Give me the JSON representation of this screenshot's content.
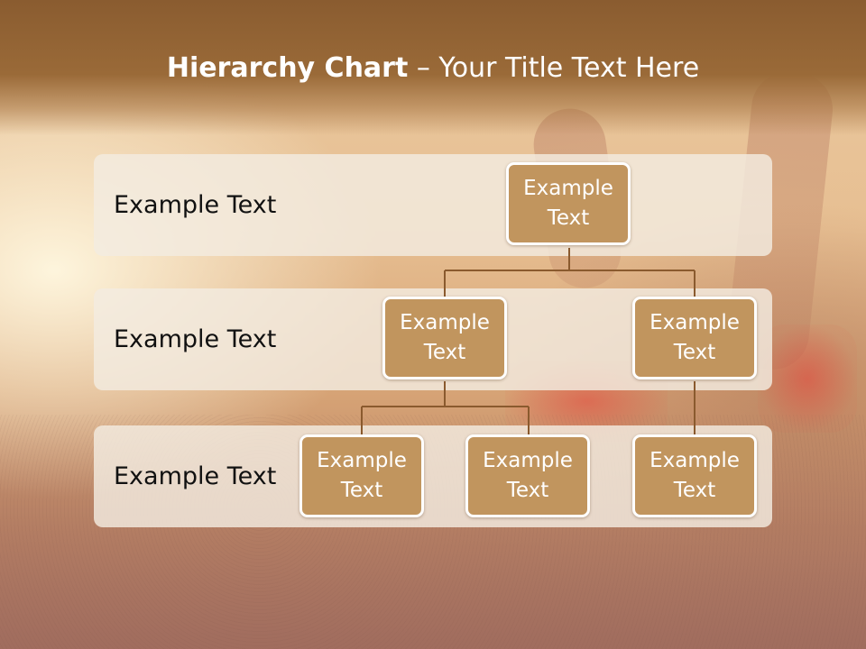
{
  "slide": {
    "title_bold": "Hierarchy Chart",
    "title_rest": " – Your Title Text Here"
  },
  "rows": [
    {
      "label": "Example Text"
    },
    {
      "label": "Example Text"
    },
    {
      "label": "Example Text"
    }
  ],
  "nodes": {
    "root": "Example Text",
    "level2_left": "Example Text",
    "level2_right": "Example Text",
    "level3_a": "Example Text",
    "level3_b": "Example Text",
    "level3_c": "Example Text"
  },
  "colors": {
    "title_band": "#8a5c30",
    "node_fill": "#c1955e",
    "node_border": "#ffffff",
    "connector": "#8a5a2e"
  }
}
